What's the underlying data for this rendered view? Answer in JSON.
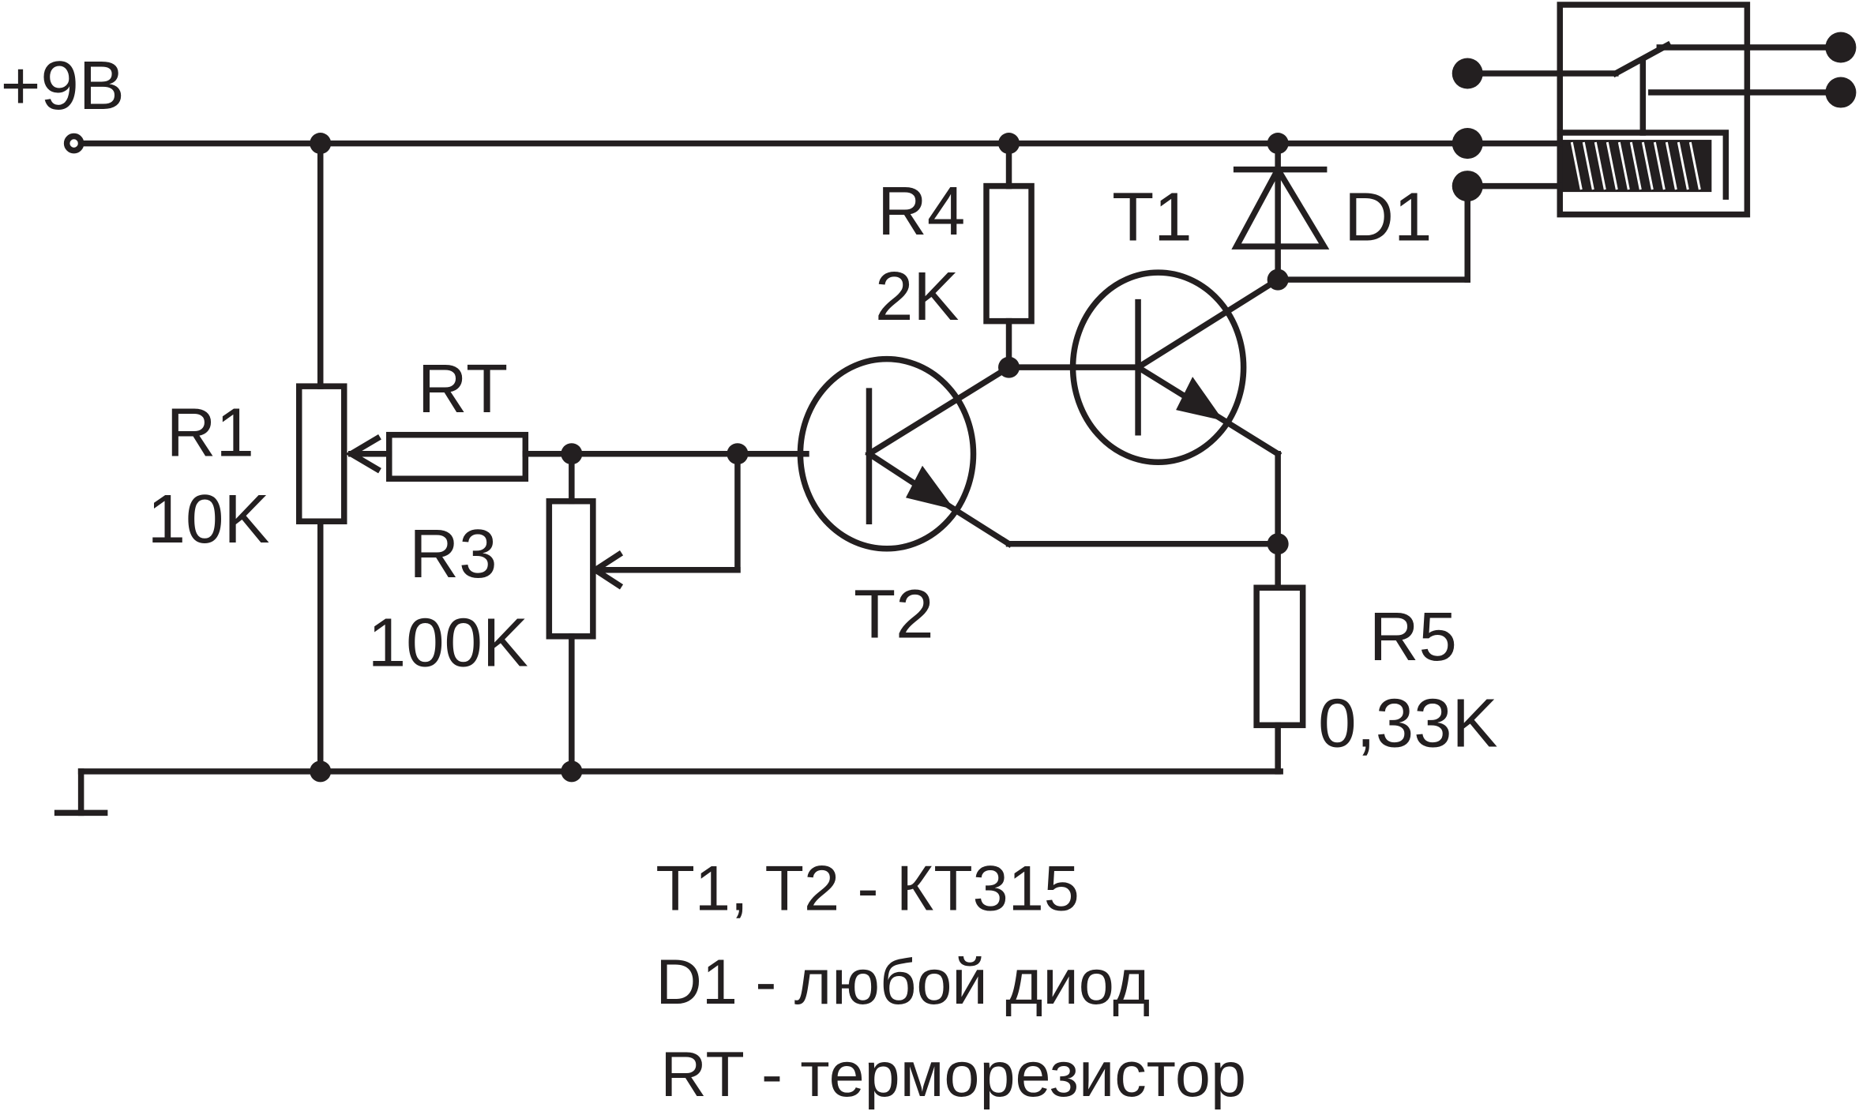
{
  "supply": {
    "label": "+9В"
  },
  "components": {
    "r1": {
      "name": "R1",
      "value": "10K"
    },
    "rt": {
      "name": "RT"
    },
    "r3": {
      "name": "R3",
      "value": "100K"
    },
    "r4": {
      "name": "R4",
      "value": "2K"
    },
    "r5": {
      "name": "R5",
      "value": "0,33K"
    },
    "t1": {
      "name": "T1"
    },
    "t2": {
      "name": "T2"
    },
    "d1": {
      "name": "D1"
    }
  },
  "notes": [
    "T1, T2 - КТ315",
    "D1 - любой диод",
    "RT - терморезистор"
  ],
  "colors": {
    "ink": "#231f20",
    "background": "#ffffff"
  }
}
